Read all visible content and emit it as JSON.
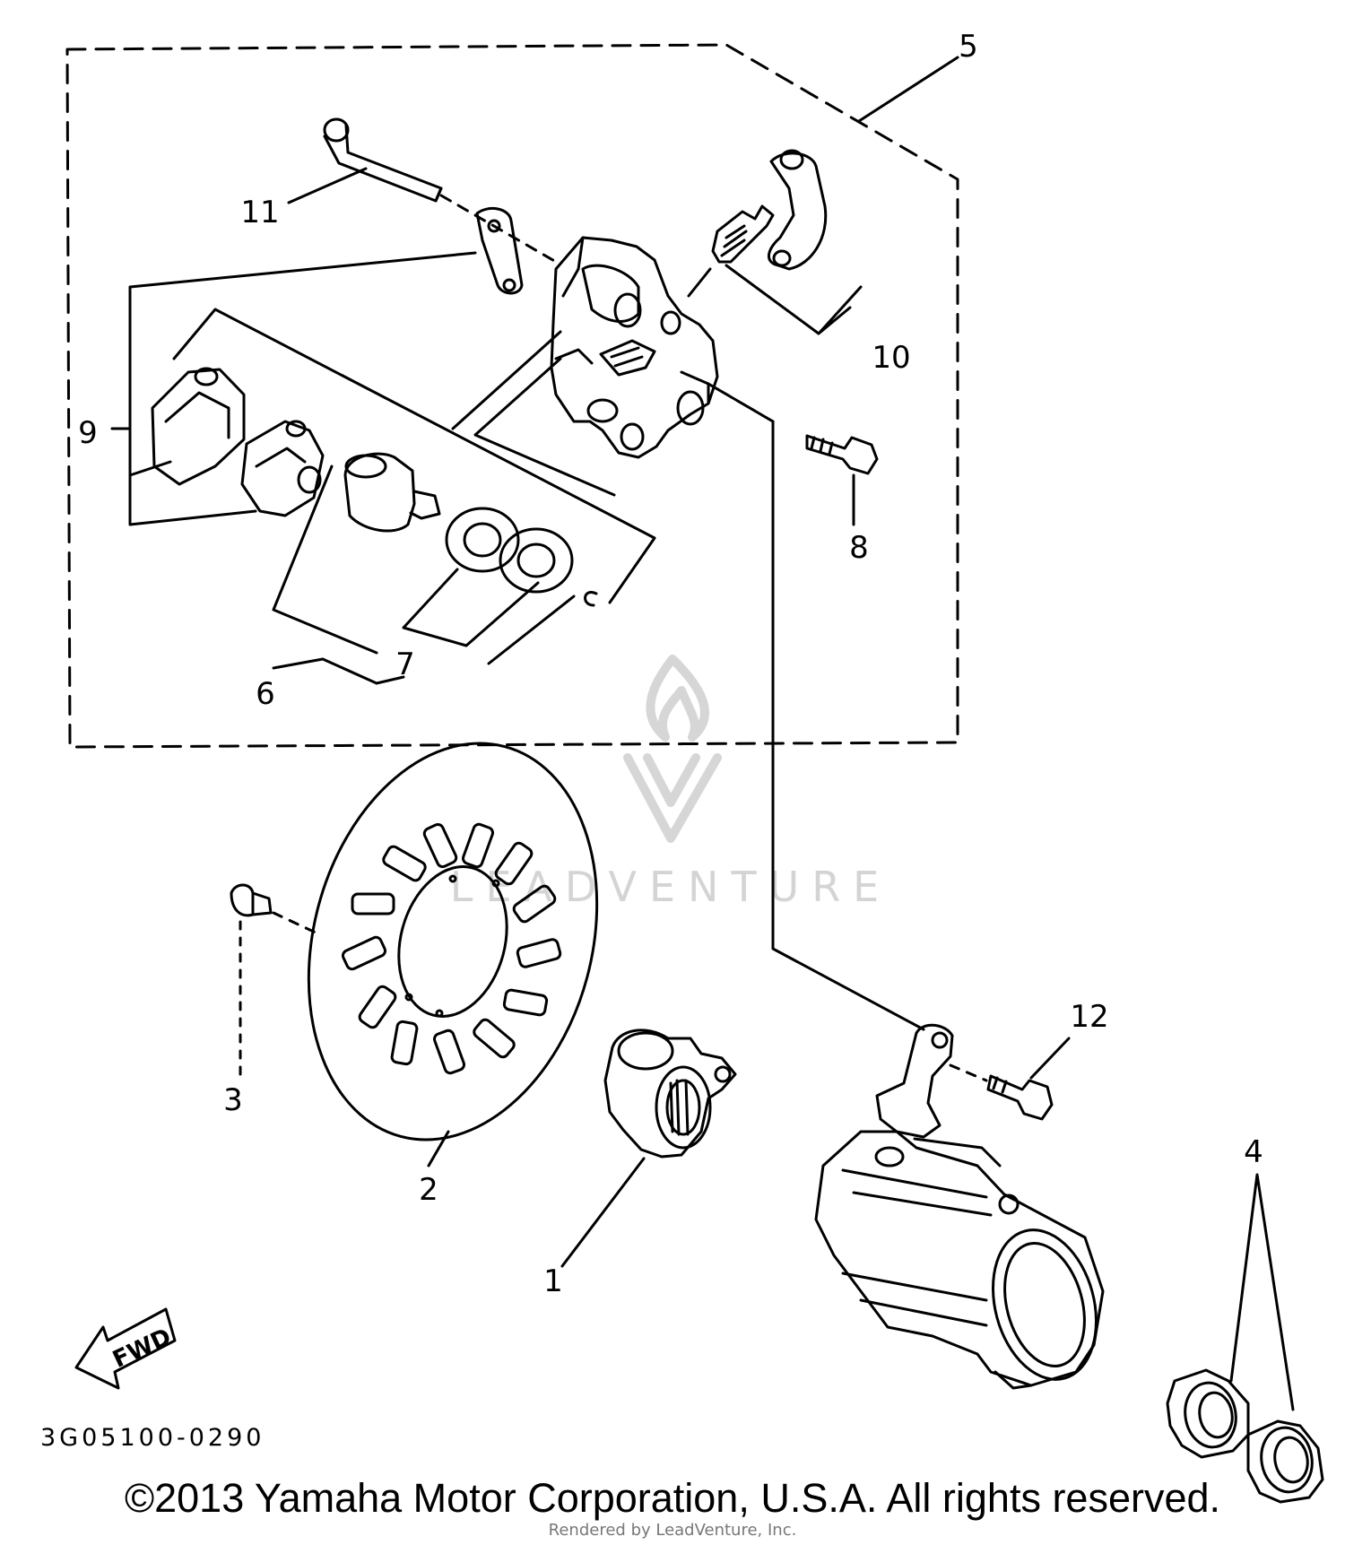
{
  "diagram": {
    "callouts": [
      {
        "id": "1",
        "label": "1"
      },
      {
        "id": "2",
        "label": "2"
      },
      {
        "id": "3",
        "label": "3"
      },
      {
        "id": "4",
        "label": "4"
      },
      {
        "id": "5",
        "label": "5"
      },
      {
        "id": "6",
        "label": "6"
      },
      {
        "id": "7",
        "label": "7"
      },
      {
        "id": "8",
        "label": "8"
      },
      {
        "id": "9",
        "label": "9"
      },
      {
        "id": "10",
        "label": "10"
      },
      {
        "id": "11",
        "label": "11"
      },
      {
        "id": "12",
        "label": "12"
      }
    ],
    "direction_label": "FWD",
    "diagram_code": "3G05100-0290"
  },
  "footer": {
    "copyright": "©2013 Yamaha Motor Corporation, U.S.A. All rights reserved.",
    "rendered_by": "Rendered by LeadVenture, Inc."
  },
  "watermark": {
    "brand_text": "LEADVENTURE",
    "icon": "leadventure-flame-logo"
  },
  "colors": {
    "line": "#000000",
    "background": "#ffffff",
    "watermark": "#d4d4d4"
  }
}
